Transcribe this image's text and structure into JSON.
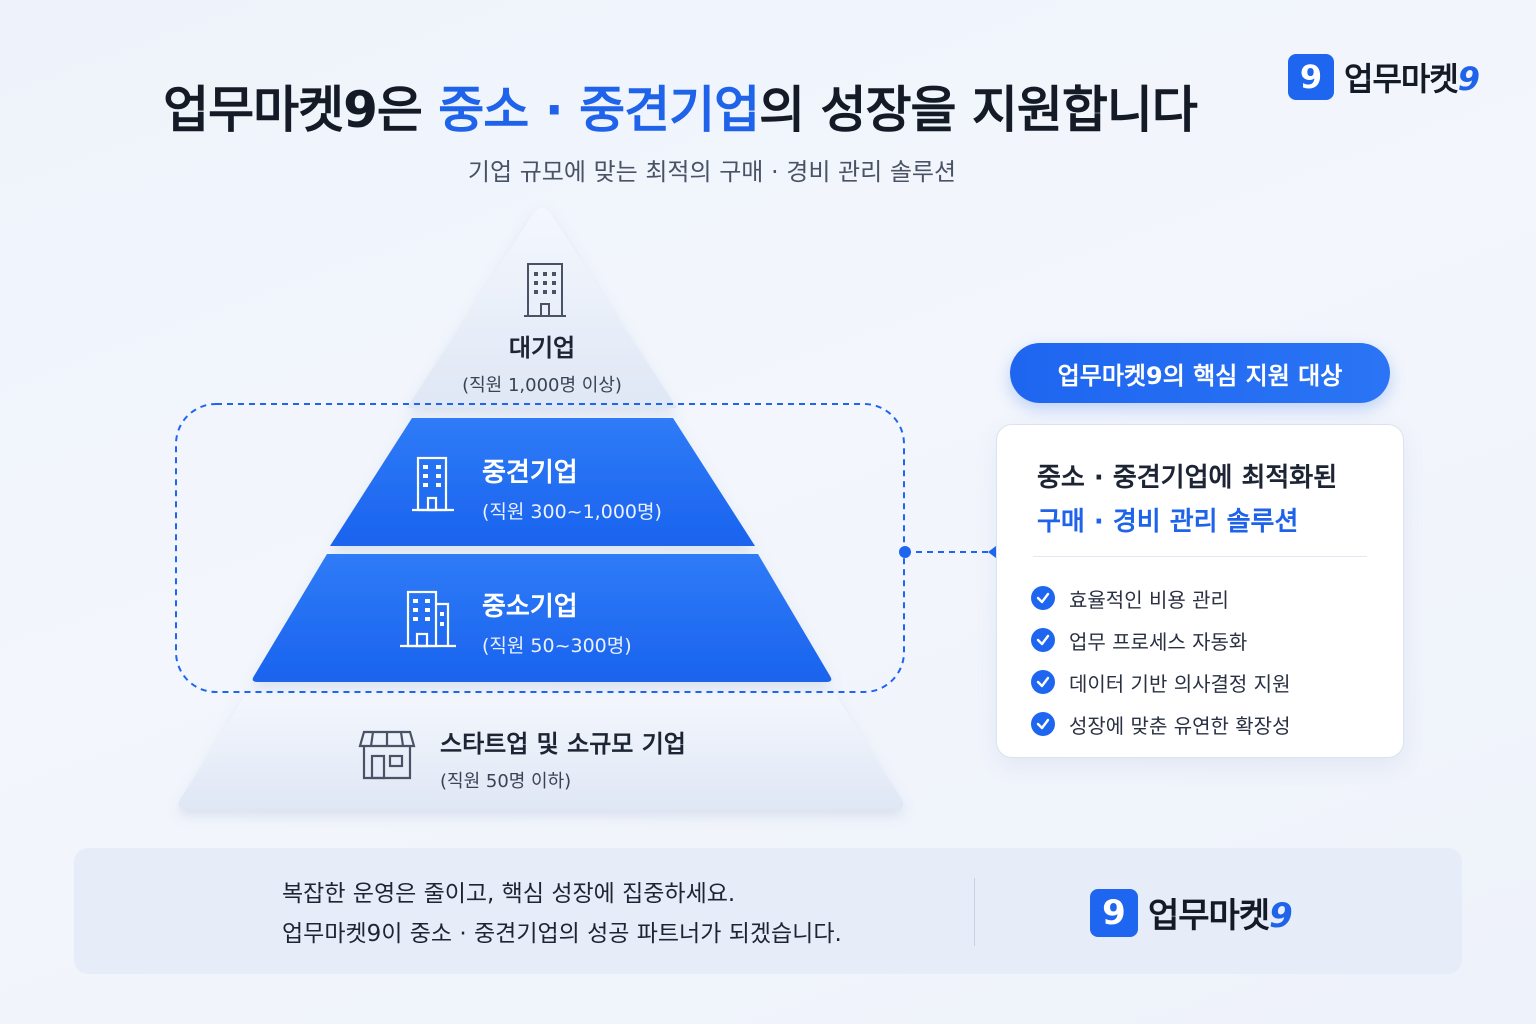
{
  "header": {
    "title_pre": "업무마켓9은 ",
    "title_highlight": "중소 · 중견기업",
    "title_post": "의 성장을 지원합니다",
    "subtitle": "기업 규모에 맞는 최적의 구매 · 경비 관리 솔루션"
  },
  "logo": {
    "badge": "9",
    "text": "업무마켓",
    "text_nine": "9"
  },
  "pyramid": {
    "tiers": [
      {
        "name": "대기업",
        "sub": "(직원 1,000명 이상)",
        "icon": "office-building-icon"
      },
      {
        "name": "중견기업",
        "sub": "(직원 300~1,000명)",
        "icon": "office-tower-icon"
      },
      {
        "name": "중소기업",
        "sub": "(직원 50~300명)",
        "icon": "small-office-icon"
      },
      {
        "name": "스타트업 및 소규모 기업",
        "sub": "(직원 50명 이하)",
        "icon": "storefront-icon"
      }
    ]
  },
  "panel": {
    "pill": "업무마켓9의 핵심 지원 대상",
    "heading_line1": "중소 · 중견기업에 최적화된",
    "heading_line2": "구매 · 경비 관리 솔루션",
    "items": [
      "효율적인 비용 관리",
      "업무 프로세스 자동화",
      "데이터 기반 의사결정 지원",
      "성장에 맞춘 유연한 확장성"
    ]
  },
  "banner": {
    "line1": "복잡한 운영은 줄이고, 핵심 성장에 집중하세요.",
    "line2": "업무마켓9이 중소 · 중견기업의 성공 파트너가 되겠습니다.",
    "icon": "target-icon"
  },
  "colors": {
    "accent": "#1e66f0",
    "highlight_text": "#1e63e9",
    "pale_tier": "#e3eaf7",
    "dark_text": "#141a26"
  }
}
